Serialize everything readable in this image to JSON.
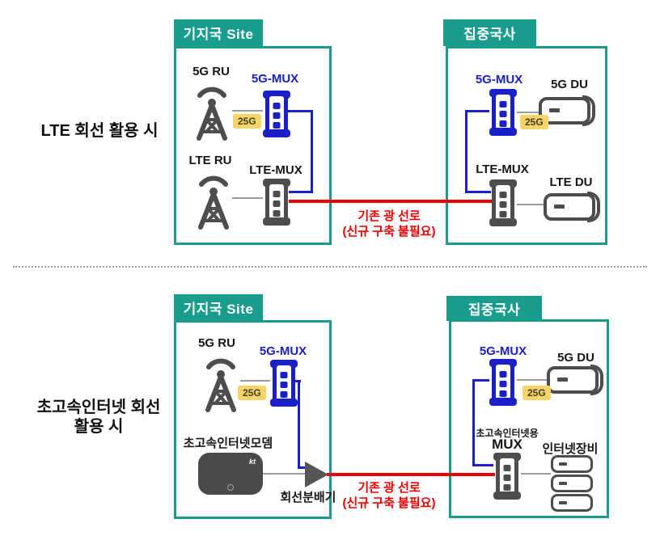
{
  "colors": {
    "teal": "#199c8c",
    "blue": "#1a20c8",
    "red": "#ee0000",
    "badge_bg": "#f7d468",
    "badge_text": "#3f3f28",
    "dark": "#4d4d4d"
  },
  "row1": {
    "label": "LTE 회선 활용 시",
    "site": {
      "title": "기지국 Site",
      "ru_5g": "5G RU",
      "mux_5g": "5G-MUX",
      "badge": "25G",
      "ru_lte": "LTE RU",
      "mux_lte": "LTE-MUX"
    },
    "office": {
      "title": "집중국사",
      "mux_5g": "5G-MUX",
      "du_5g": "5G DU",
      "badge": "25G",
      "mux_lte": "LTE-MUX",
      "du_lte": "LTE DU"
    },
    "link_note_line1": "기존 광 선로",
    "link_note_line2": "(신규 구축 불필요)"
  },
  "row2": {
    "label_line1": "초고속인터넷 회선",
    "label_line2": "활용 시",
    "site": {
      "title": "기지국 Site",
      "ru_5g": "5G RU",
      "mux_5g": "5G-MUX",
      "badge": "25G",
      "modem_label": "초고속인터넷모뎀",
      "modem_logo": "kt",
      "splitter": "회선분배기"
    },
    "office": {
      "title": "집중국사",
      "mux_5g": "5G-MUX",
      "du_5g": "5G DU",
      "badge": "25G",
      "hsi_mux_line1": "초고속인터넷용",
      "hsi_mux_line2": "MUX",
      "internet_equipment": "인터넷장비"
    },
    "link_note_line1": "기존 광 선로",
    "link_note_line2": "(신규 구축 불필요)"
  }
}
